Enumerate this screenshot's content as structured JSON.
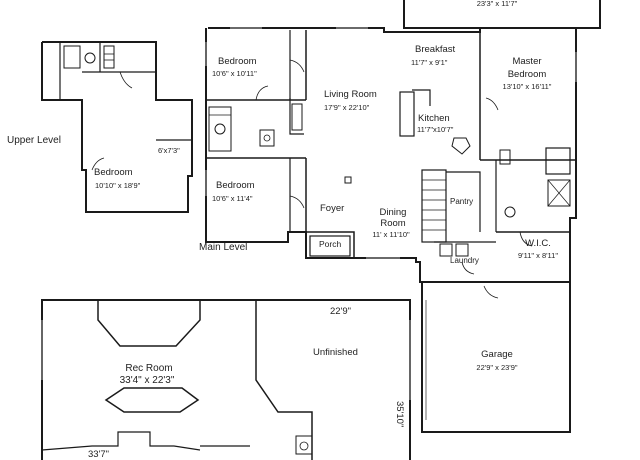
{
  "levels": {
    "upper": "Upper Level",
    "main": "Main Level"
  },
  "upper_level": {
    "bedroom": {
      "name": "Bedroom",
      "dims": "10'10\" x 18'9\""
    },
    "closet_dims": "6'x7'3\""
  },
  "main_level": {
    "top_partial_dims": "23'3\" x 11'7\"",
    "bedroom_1": {
      "name": "Bedroom",
      "dims": "10'6\" x 10'11\""
    },
    "bedroom_2": {
      "name": "Bedroom",
      "dims": "10'6\" x 11'4\""
    },
    "living_room": {
      "name": "Living Room",
      "dims": "17'9\" x 22'10\""
    },
    "breakfast": {
      "name": "Breakfast",
      "dims": "11'7\" x 9'1\""
    },
    "kitchen": {
      "name": "Kitchen",
      "dims": "11'7\"x10'7\""
    },
    "master_bedroom": {
      "name": "Master Bedroom",
      "line1": "Master",
      "line2": "Bedroom",
      "dims": "13'10\" x 16'11\""
    },
    "foyer": {
      "name": "Foyer"
    },
    "porch": {
      "name": "Porch"
    },
    "dining_room": {
      "line1": "Dining",
      "line2": "Room",
      "dims": "11' x 11'10\""
    },
    "pantry": {
      "name": "Pantry"
    },
    "laundry": {
      "name": "Laundry"
    },
    "wic": {
      "name": "W.I.C.",
      "dims": "9'11\" x 8'11\""
    },
    "garage": {
      "name": "Garage",
      "dims": "22'9\" x 23'9\""
    }
  },
  "lower_level": {
    "rec_room": {
      "name": "Rec Room",
      "dims": "33'4\" x 22'3\""
    },
    "unfinished": {
      "name": "Unfinished",
      "dim_top": "22'9\"",
      "dim_side": "35'10\""
    },
    "bottom_dim": "33'7\""
  },
  "colors": {
    "wall": "#1a1a1a",
    "background": "#ffffff",
    "window": "#9a9a9a"
  }
}
